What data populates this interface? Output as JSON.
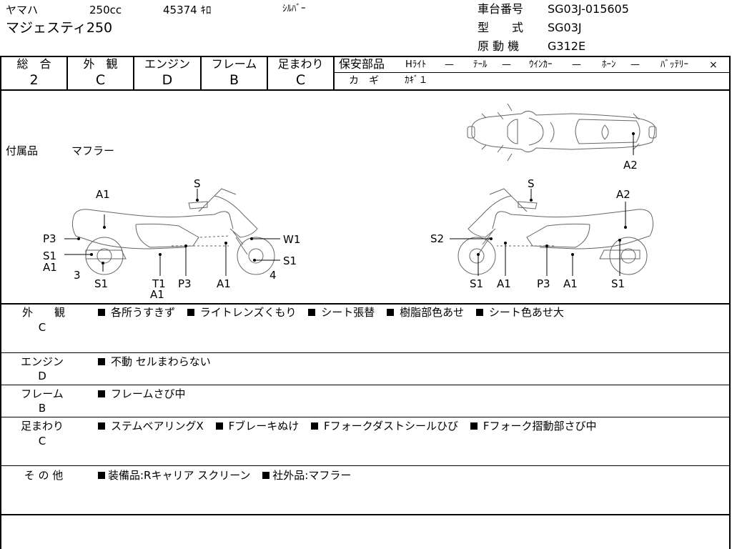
{
  "header": {
    "maker": "ヤマハ",
    "cc": "250cc",
    "mileage": "45374 ｷﾛ",
    "color": "ｼﾙﾊﾞｰ",
    "model_name": "マジェスティ250",
    "frame_no_label": "車台番号",
    "frame_no": "SG03J-015605",
    "type_label": "型　　式",
    "type_value": "SG03J",
    "engine_label": "原 動 機",
    "engine_value": "G312E"
  },
  "grades": {
    "headers": [
      "総　合",
      "外　観",
      "エンジン",
      "フレーム",
      "足まわり"
    ],
    "values": [
      "2",
      "C",
      "D",
      "B",
      "C"
    ]
  },
  "safety": {
    "label": "保安部品",
    "items": [
      {
        "name": "Hﾗｲﾄ",
        "value": "—"
      },
      {
        "name": "ﾃｰﾙ",
        "value": "—"
      },
      {
        "name": "ｳｲﾝｶｰ",
        "value": "—"
      },
      {
        "name": "ﾎｰﾝ",
        "value": "—"
      },
      {
        "name": "ﾊﾞｯﾃﾘｰ",
        "value": "×"
      }
    ],
    "key_label": "カ　ギ",
    "key_value": "ｶｷﾞ１"
  },
  "accessories": {
    "label": "付属品",
    "value": "マフラー"
  },
  "diagram_labels": {
    "top": [
      "A2"
    ],
    "left": [
      "S",
      "A1",
      "P3",
      "W1",
      "S1",
      "A1",
      "S1",
      "3",
      "S1",
      "T1",
      "A1",
      "P3",
      "A1",
      "4"
    ],
    "right": [
      "S",
      "A2",
      "S2",
      "S1",
      "A1",
      "P3",
      "A1",
      "S1"
    ]
  },
  "details": [
    {
      "heading": "外　　観",
      "grade": "C",
      "items": [
        "各所うすきず",
        "ライトレンズくもり",
        "シート張替",
        "樹脂部色あせ",
        "シート色あせ大"
      ]
    },
    {
      "heading": "エンジン",
      "grade": "D",
      "items": [
        "不動 セルまわらない"
      ]
    },
    {
      "heading": "フレーム",
      "grade": "B",
      "items": [
        "フレームさび中"
      ]
    },
    {
      "heading": "足まわり",
      "grade": "C",
      "items": [
        "ステムベアリングX",
        "Fブレーキぬけ",
        "Fフォークダストシールひび",
        "Fフォーク摺動部さび中"
      ]
    },
    {
      "heading": "そ の 他",
      "grade": "",
      "items": [
        "装備品:Rキャリア スクリーン",
        "社外品:マフラー"
      ]
    }
  ]
}
